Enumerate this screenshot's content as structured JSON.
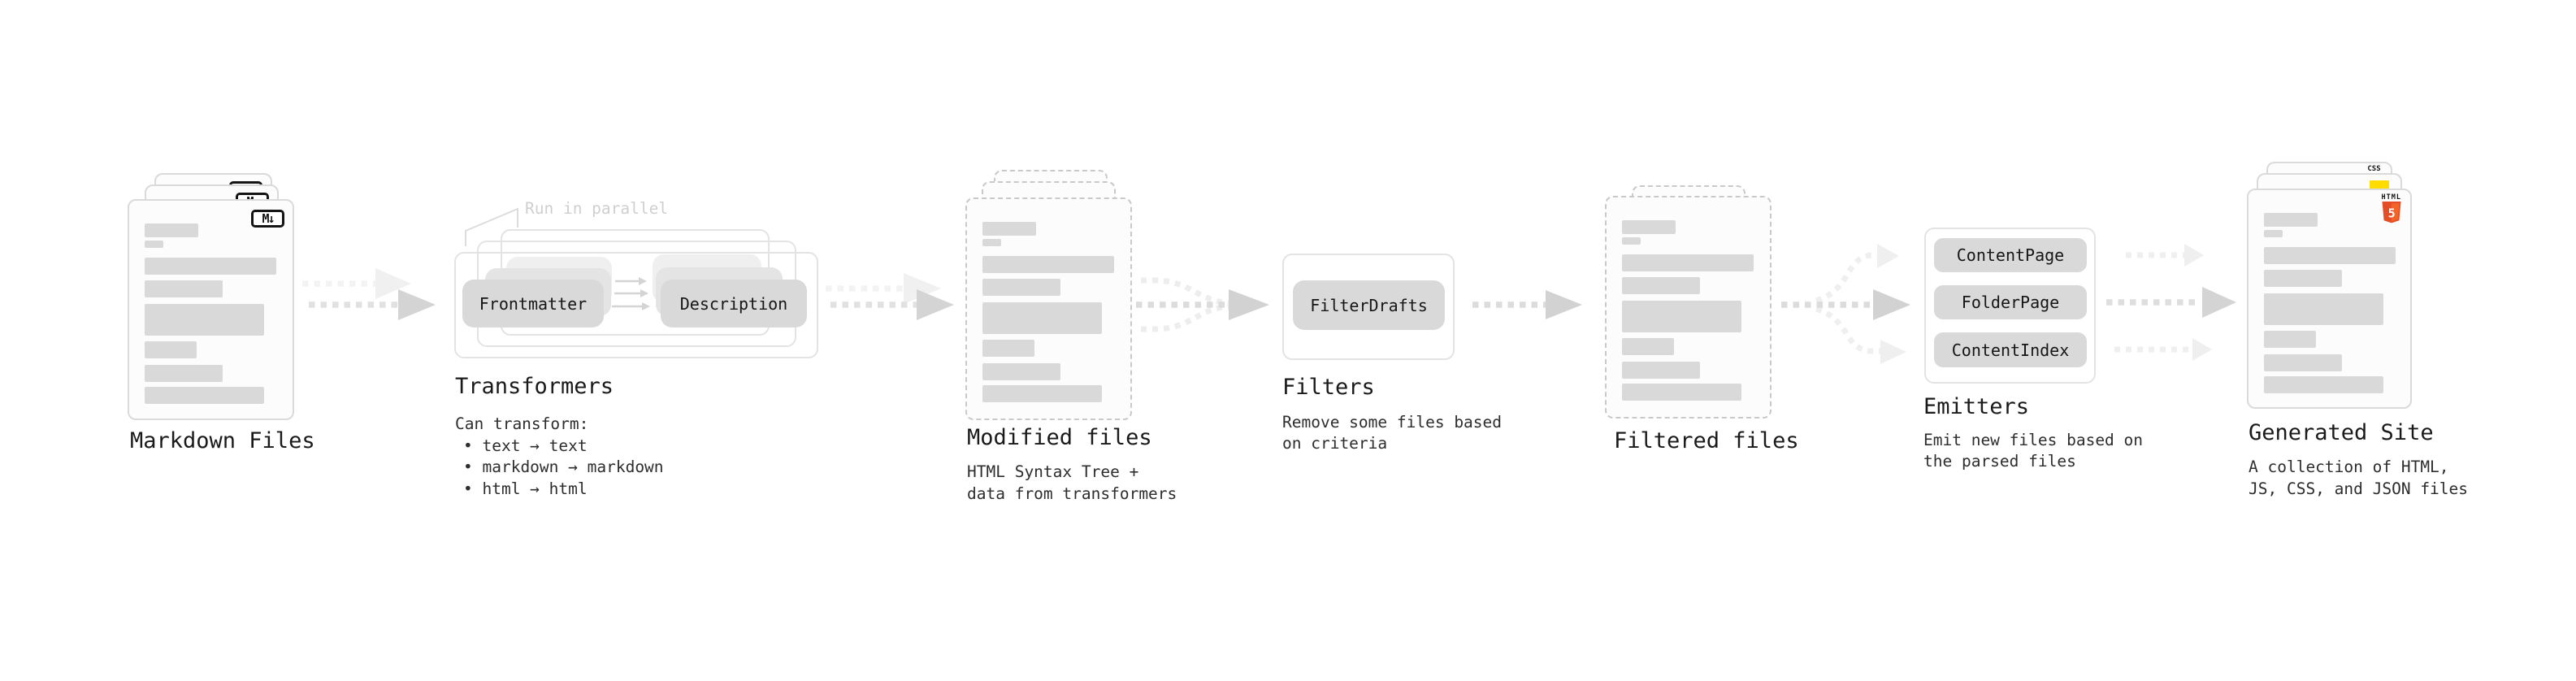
{
  "stages": {
    "markdown": {
      "title": "Markdown Files"
    },
    "transformers": {
      "title": "Transformers",
      "note": "Run in parallel",
      "pills": [
        "Frontmatter",
        "Description"
      ],
      "lines": [
        "Can transform:",
        "• text → text",
        "• markdown → markdown",
        "• html → html"
      ]
    },
    "modified": {
      "title": "Modified files",
      "lines": [
        "HTML Syntax Tree +",
        "data from transformers"
      ]
    },
    "filters": {
      "title": "Filters",
      "pill": "FilterDrafts",
      "lines": [
        "Remove some files based",
        "on criteria"
      ]
    },
    "filtered": {
      "title": "Filtered files"
    },
    "emitters": {
      "title": "Emitters",
      "pills": [
        "ContentPage",
        "FolderPage",
        "ContentIndex"
      ],
      "lines": [
        "Emit new files based on",
        "the parsed files"
      ]
    },
    "generated": {
      "title": "Generated Site",
      "lines": [
        "A collection of HTML,",
        "JS, CSS, and JSON files"
      ]
    }
  },
  "icons": {
    "markdown": "M↓",
    "css": "CSS",
    "html_label": "HTML",
    "html_num": "5"
  },
  "colors": {
    "bar_gray": "#d9d9d9",
    "pill_gray": "#d9d9d9",
    "arrow_gray": "#d4d4d4",
    "html5_orange": "#e44d26",
    "html5_orange_light": "#f16529",
    "js_yellow": "#ffdd00",
    "css_blue": "#2965f1",
    "note_gray": "#cfcfcf"
  }
}
